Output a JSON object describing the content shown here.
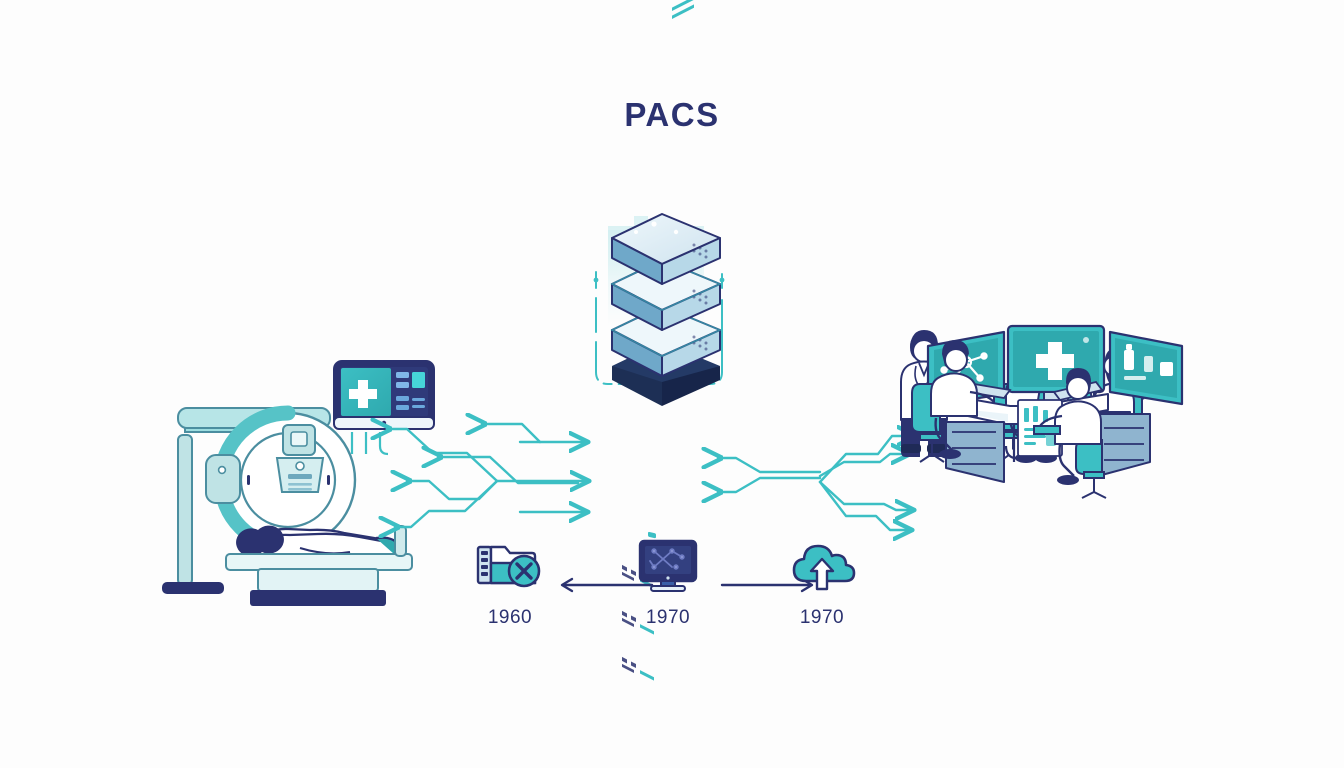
{
  "page": {
    "title": "PACS",
    "background_color": "#fdfdfd"
  },
  "colors": {
    "navy": "#2b3270",
    "navy_dark": "#1f2a57",
    "teal": "#3cbfc4",
    "teal_light": "#8ed9db",
    "teal_pale": "#d9f0f1",
    "blue_mid": "#4a6fa5",
    "blue_pale": "#cfe3ef",
    "arrow": "#3cbfc4",
    "white": "#ffffff"
  },
  "diagram": {
    "center": {
      "name": "server-stack",
      "label": "PACS server",
      "tiers": 3
    },
    "left_nodes": [
      {
        "name": "ct-scanner",
        "label": "CT scanner with patient"
      },
      {
        "name": "acquisition-monitor",
        "label": "Acquisition monitor with medical cross"
      }
    ],
    "right_nodes": [
      {
        "name": "standing-doctor",
        "label": "Doctor with tablet"
      },
      {
        "name": "clinician-meeting",
        "label": "Clinicians reviewing on laptop"
      },
      {
        "name": "reading-workstation",
        "label": "Radiology reading workstation"
      }
    ],
    "arrows": {
      "left_group_label": "Acquisition to archive",
      "right_group_label": "Archive to viewers",
      "color": "#3cbfc4"
    }
  },
  "timeline": {
    "items": [
      {
        "icon": "film-folder-disabled-icon",
        "label": "1960",
        "caption": "Film archive discontinued"
      },
      {
        "icon": "desktop-monitor-icon",
        "label": "1970",
        "caption": "Digital workstation"
      },
      {
        "icon": "cloud-upload-icon",
        "label": "1970",
        "caption": "Cloud storage"
      }
    ],
    "connectors": [
      {
        "name": "timeline-arrow-left",
        "direction": "left"
      },
      {
        "name": "timeline-arrow-right",
        "direction": "right"
      }
    ]
  }
}
